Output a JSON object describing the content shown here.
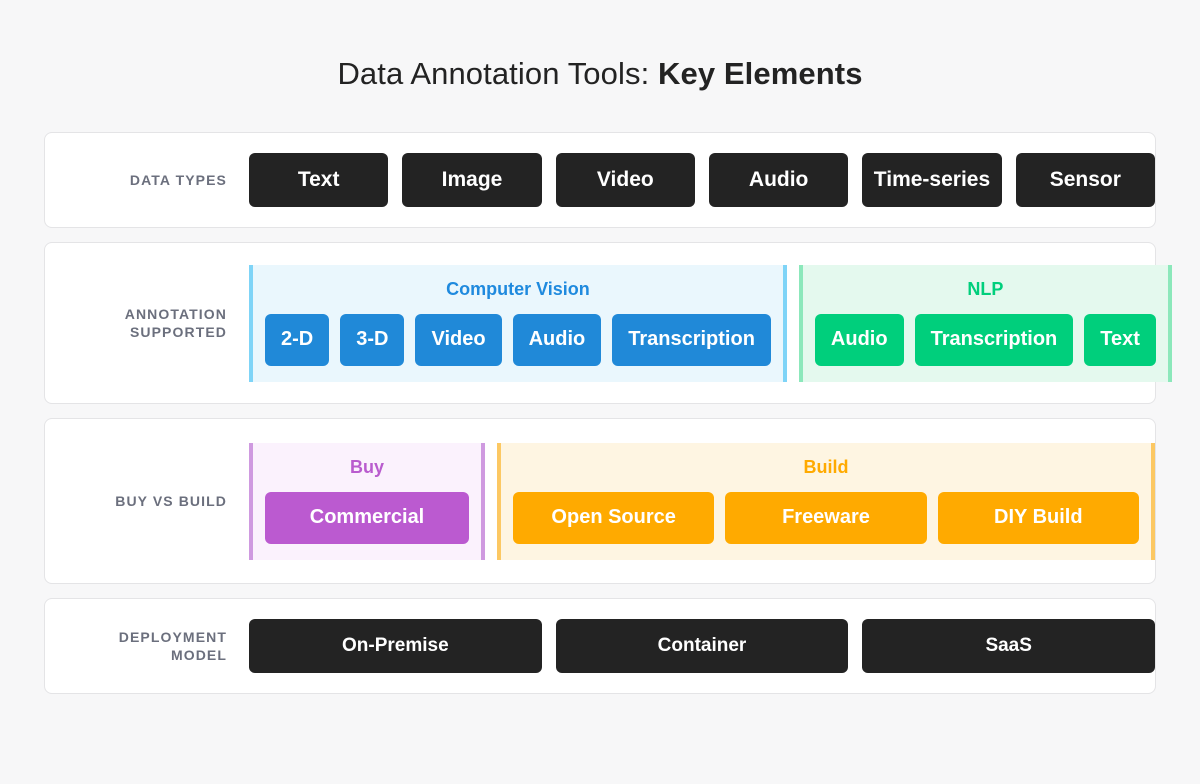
{
  "title": {
    "light": "Data Annotation Tools: ",
    "bold": "Key Elements"
  },
  "colors": {
    "page_background": "#f7f7f8",
    "card_background": "#ffffff",
    "card_border": "#e4e4e6",
    "label_text": "#6b6f7d",
    "dark_chip": "#232323",
    "blue": "#2089d8",
    "blue_panel": "#eaf7fd",
    "blue_bar": "#7fd4f7",
    "green": "#00cf7c",
    "green_panel": "#e4f9ee",
    "green_bar": "#8ce8bb",
    "purple": "#bb5ad0",
    "purple_panel": "#fbf2fd",
    "purple_bar": "#cf9ae0",
    "orange": "#ffaa00",
    "orange_panel": "#fef5e2",
    "orange_bar": "#fcc863"
  },
  "rows": {
    "data_types": {
      "label": "DATA TYPES",
      "chips": [
        "Text",
        "Image",
        "Video",
        "Audio",
        "Time-series",
        "Sensor"
      ]
    },
    "annotation_supported": {
      "label": "ANNOTATION\nSUPPORTED",
      "groups": [
        {
          "title": "Computer Vision",
          "chips": [
            "2-D",
            "3-D",
            "Video",
            "Audio",
            "Transcription"
          ]
        },
        {
          "title": "NLP",
          "chips": [
            "Audio",
            "Transcription",
            "Text"
          ]
        }
      ]
    },
    "buy_vs_build": {
      "label": "BUY VS BUILD",
      "groups": [
        {
          "title": "Buy",
          "chips": [
            "Commercial"
          ]
        },
        {
          "title": "Build",
          "chips": [
            "Open Source",
            "Freeware",
            "DIY Build"
          ]
        }
      ]
    },
    "deployment_model": {
      "label": "DEPLOYMENT\nMODEL",
      "chips": [
        "On-Premise",
        "Container",
        "SaaS"
      ]
    }
  }
}
